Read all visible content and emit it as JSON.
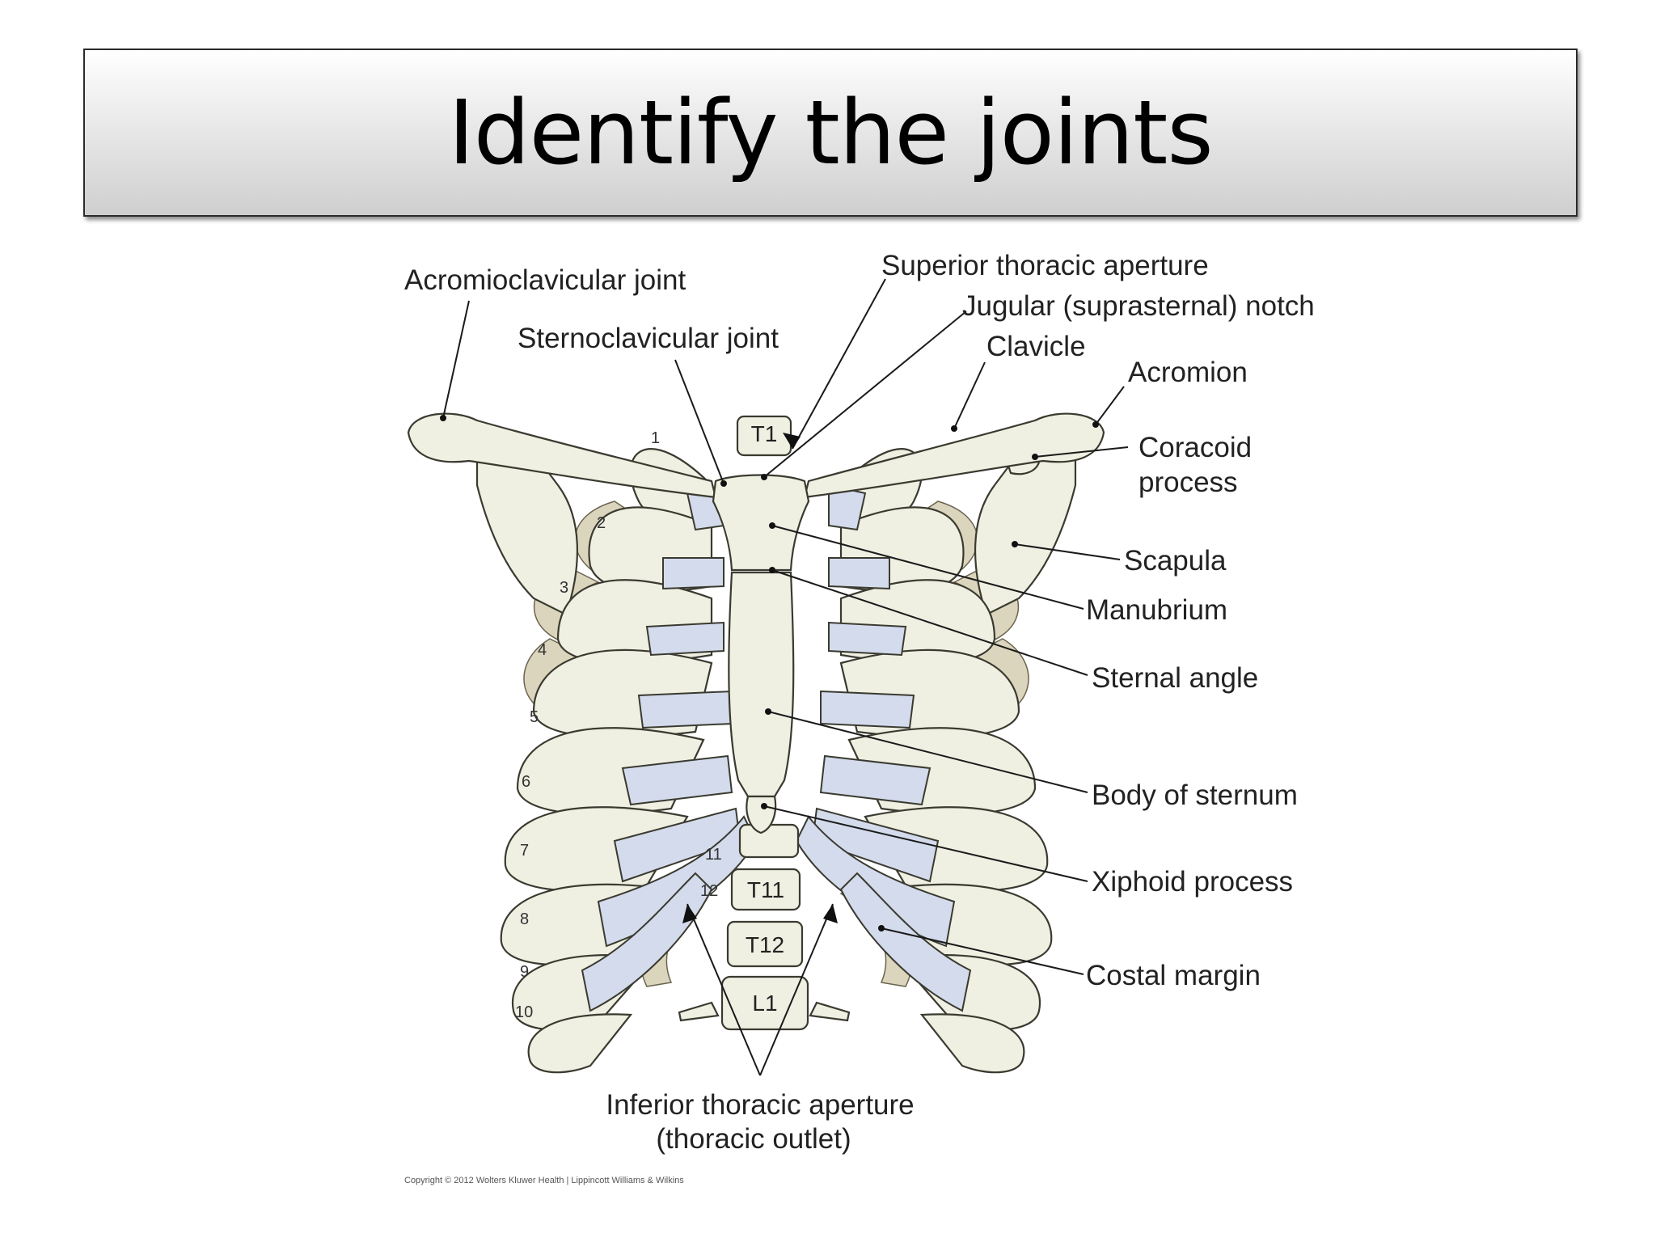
{
  "slide": {
    "title": "Identify the joints"
  },
  "diagram": {
    "labels": {
      "acromioclavicular_joint": "Acromioclavicular joint",
      "sternoclavicular_joint": "Sternoclavicular joint",
      "superior_thoracic_aperture": "Superior thoracic aperture",
      "jugular_notch": "Jugular (suprasternal) notch",
      "clavicle": "Clavicle",
      "acromion": "Acromion",
      "coracoid_line1": "Coracoid",
      "coracoid_line2": "process",
      "scapula": "Scapula",
      "manubrium": "Manubrium",
      "sternal_angle": "Sternal angle",
      "body_of_sternum": "Body of sternum",
      "xiphoid_process": "Xiphoid process",
      "costal_margin": "Costal margin",
      "inferior_line1": "Inferior thoracic aperture",
      "inferior_line2": "(thoracic outlet)"
    },
    "vertebrae": [
      "T1",
      "T11",
      "T12",
      "L1"
    ],
    "rib_numbers": [
      "1",
      "2",
      "3",
      "4",
      "5",
      "6",
      "7",
      "8",
      "9",
      "10",
      "11",
      "12"
    ],
    "copyright": "Copyright © 2012 Wolters Kluwer Health | Lippincott Williams & Wilkins"
  }
}
